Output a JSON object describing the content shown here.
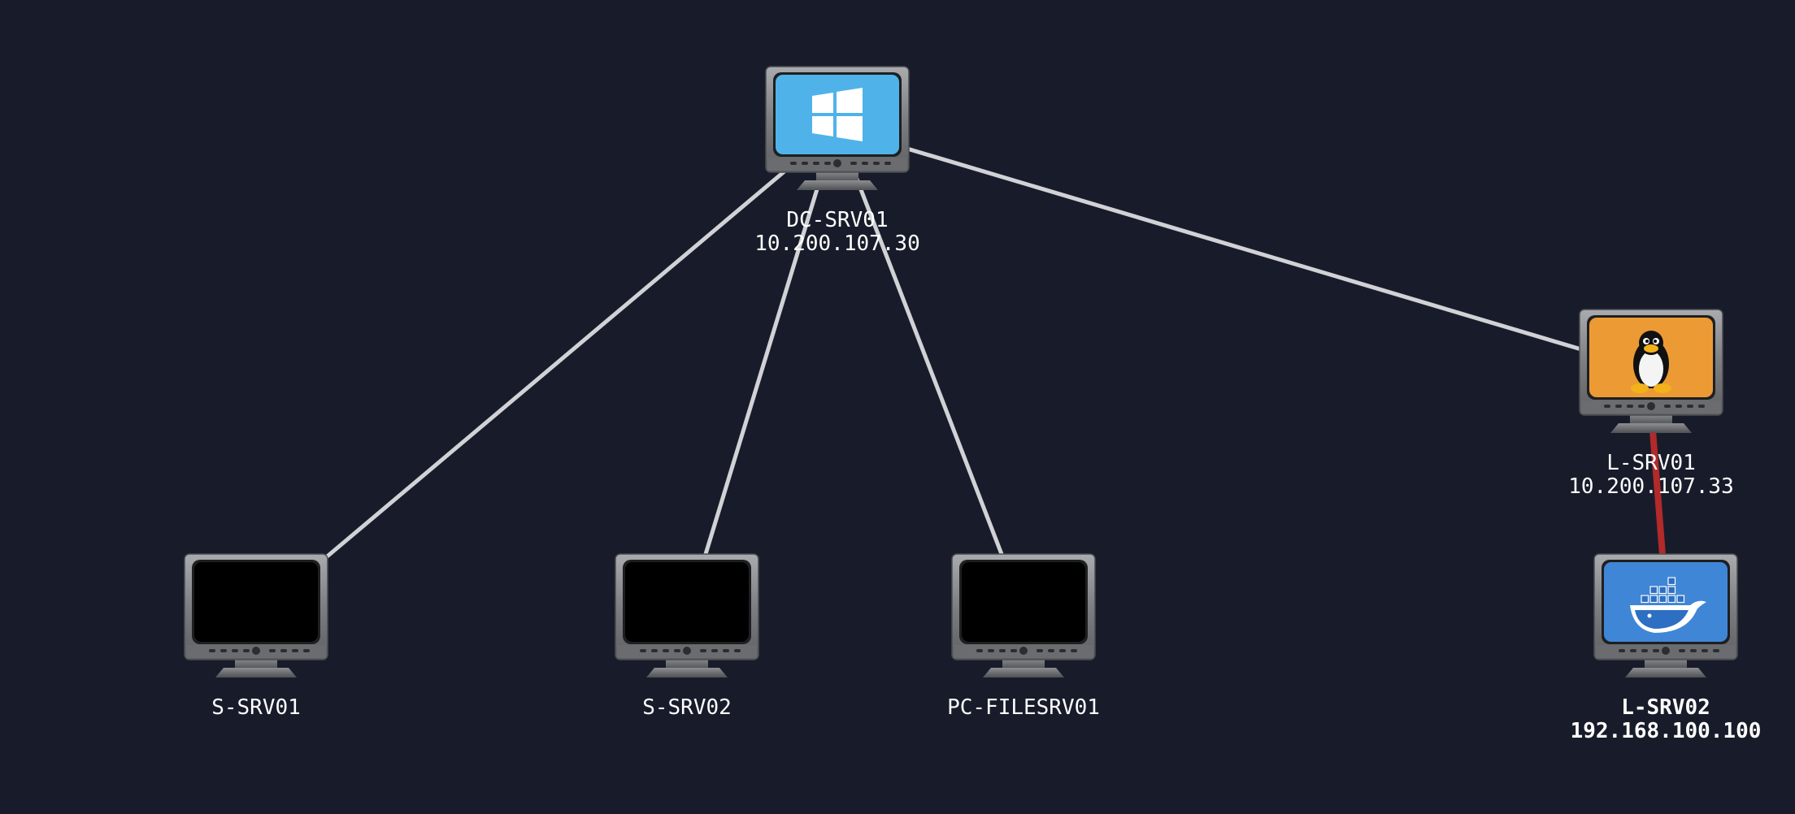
{
  "colors": {
    "background": "#181c2a",
    "edge_default": "#d0d2d6",
    "edge_highlight": "#b22a2a",
    "label": "#ffffff",
    "screen_windows": "#4fb3ea",
    "screen_linux": "#ec9a34",
    "screen_docker": "#3f86d6",
    "screen_off": "#000000"
  },
  "nodes": [
    {
      "id": "dc-srv01",
      "name": "DC-SRV01",
      "ip": "10.200.107.30",
      "icon": "windows-logo-icon",
      "screen": "windows",
      "bold": false
    },
    {
      "id": "l-srv01",
      "name": "L-SRV01",
      "ip": "10.200.107.33",
      "icon": "linux-penguin-icon",
      "screen": "linux",
      "bold": false
    },
    {
      "id": "s-srv01",
      "name": "S-SRV01",
      "ip": "",
      "icon": "blank-screen-icon",
      "screen": "off",
      "bold": false
    },
    {
      "id": "s-srv02",
      "name": "S-SRV02",
      "ip": "",
      "icon": "blank-screen-icon",
      "screen": "off",
      "bold": false
    },
    {
      "id": "pc-filesrv01",
      "name": "PC-FILESRV01",
      "ip": "",
      "icon": "blank-screen-icon",
      "screen": "off",
      "bold": false
    },
    {
      "id": "l-srv02",
      "name": "L-SRV02",
      "ip": "192.168.100.100",
      "icon": "docker-whale-icon",
      "screen": "docker",
      "bold": true
    }
  ],
  "edges": [
    {
      "from": "dc-srv01",
      "to": "s-srv01",
      "highlight": false
    },
    {
      "from": "dc-srv01",
      "to": "s-srv02",
      "highlight": false
    },
    {
      "from": "dc-srv01",
      "to": "pc-filesrv01",
      "highlight": false
    },
    {
      "from": "dc-srv01",
      "to": "l-srv01",
      "highlight": false
    },
    {
      "from": "l-srv01",
      "to": "l-srv02",
      "highlight": true
    }
  ]
}
